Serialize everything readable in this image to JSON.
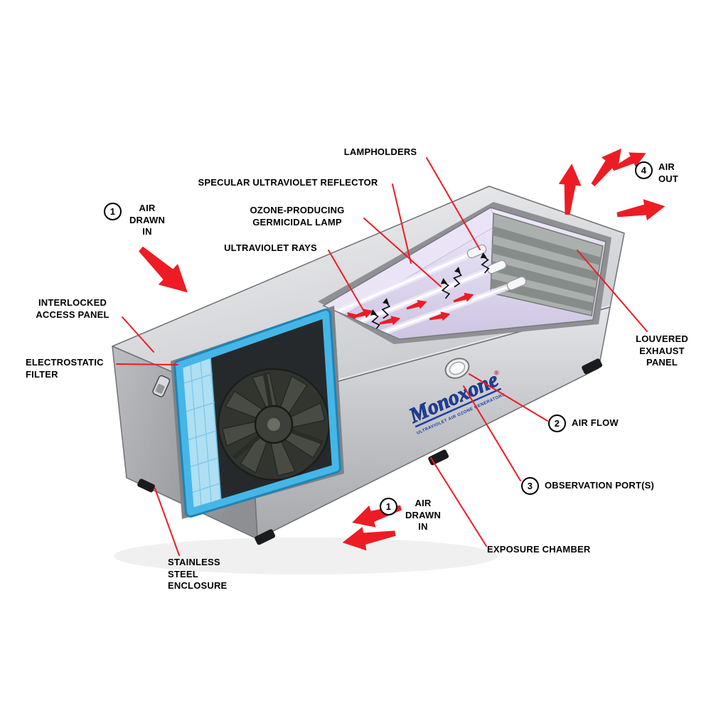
{
  "diagram": {
    "device_name": "Ultraviolet air ozone generator cutaway diagram",
    "brand": {
      "logo_text": "Monoxone",
      "registered_mark": "®",
      "tagline": "ULTRAVIOLET AIR OZONE GENERATORS"
    },
    "colors": {
      "callout_red": "#ed1c24",
      "filter_blue": "#45b6e8",
      "logo_blue": "#1d3fa0",
      "steel_light": "#e9eaec",
      "interior_lavender": "#e5dff2"
    },
    "callouts": {
      "lampholders": {
        "text": "LAMPHOLDERS"
      },
      "reflector": {
        "text": "SPECULAR ULTRAVIOLET REFLECTOR"
      },
      "germicidal_lamp": {
        "text": "OZONE-PRODUCING\nGERMICIDAL LAMP"
      },
      "uv_rays": {
        "text": "ULTRAVIOLET RAYS"
      },
      "air_drawn_in_top": {
        "number": "1",
        "text": "AIR\nDRAWN\nIN"
      },
      "access_panel": {
        "text": "INTERLOCKED\nACCESS PANEL"
      },
      "electrostatic_filter": {
        "text": "ELECTROSTATIC\nFILTER"
      },
      "enclosure": {
        "text": "STAINLESS\nSTEEL\nENCLOSURE"
      },
      "air_out": {
        "number": "4",
        "text": "AIR\nOUT"
      },
      "exhaust_panel": {
        "text": "LOUVERED\nEXHAUST\nPANEL"
      },
      "air_flow": {
        "number": "2",
        "text": "AIR FLOW"
      },
      "observation_ports": {
        "number": "3",
        "text": "OBSERVATION PORT(S)"
      },
      "air_drawn_in_bottom": {
        "number": "1",
        "text": "AIR\nDRAWN\nIN"
      },
      "exposure_chamber": {
        "text": "EXPOSURE CHAMBER"
      }
    }
  }
}
